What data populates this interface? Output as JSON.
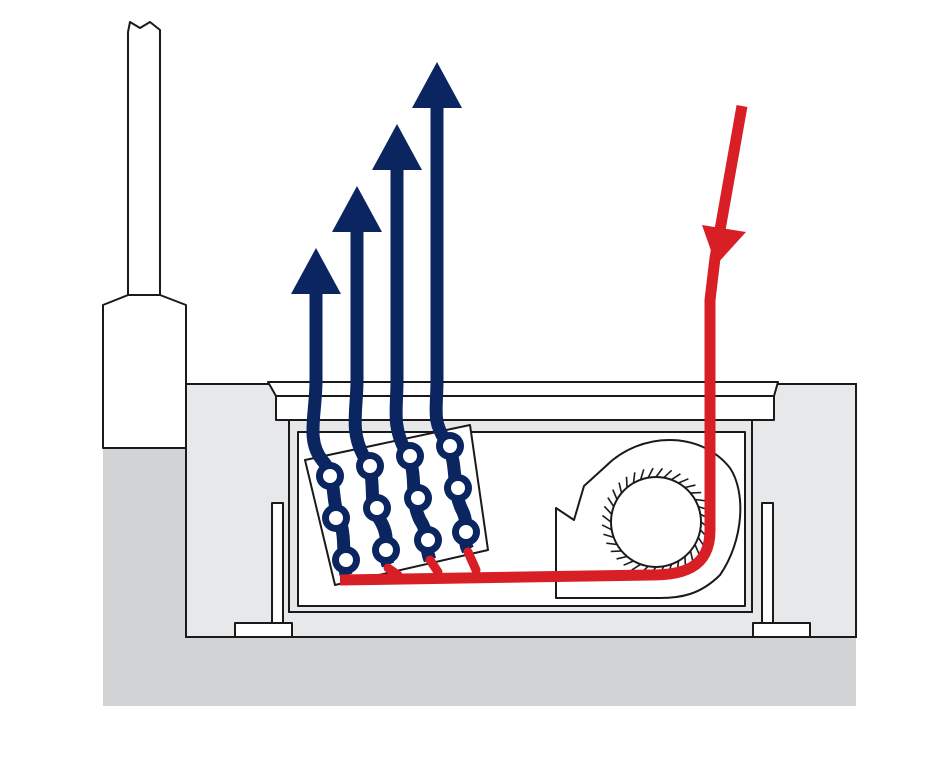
{
  "diagram": {
    "kind": "trench-convector-airflow",
    "colors": {
      "background": "#ffffff",
      "floor": "#d2d3d4",
      "trench": "#e7e8e9",
      "outline": "#1a1a1a",
      "warm_air": "#0b2560",
      "cold_air": "#d81f26",
      "tube_hole": "#ffffff"
    },
    "components": [
      "floor-slab",
      "wall-pipe",
      "trench-housing",
      "top-grille",
      "heat-exchanger",
      "tangential-fan",
      "support-feet"
    ],
    "flows": {
      "cold_air_in": {
        "color": "red",
        "direction": "down"
      },
      "warm_air_out": {
        "color": "blue",
        "direction": "up",
        "streams": 4
      }
    }
  }
}
